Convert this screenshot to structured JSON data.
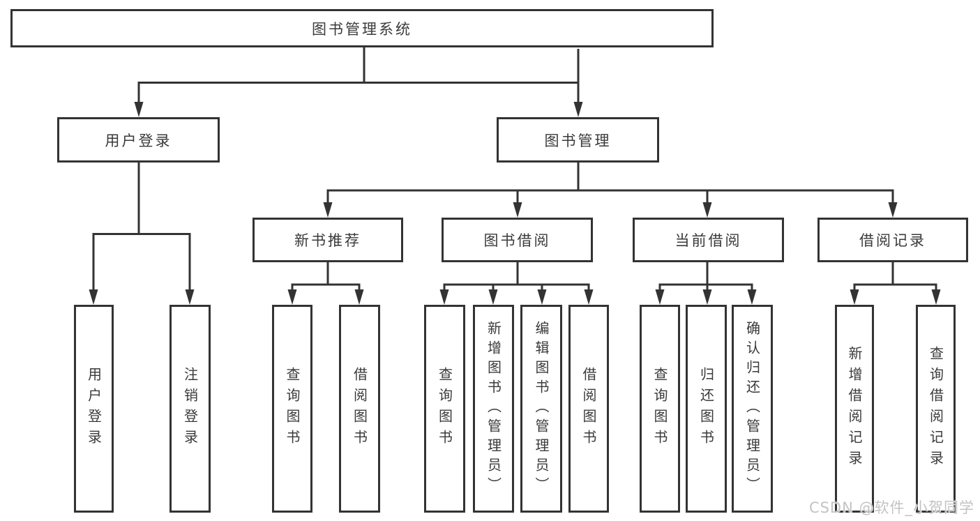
{
  "diagram": {
    "title": "图书管理系统",
    "colors": {
      "line": "#333333",
      "border": "#333333",
      "text": "#3a3a3a",
      "background": "#ffffff",
      "watermark_text": "#c3c3c3"
    },
    "watermark": "CSDN @软件_小贺同学",
    "nodes": {
      "root": {
        "label": "图书管理系统"
      },
      "user_login": {
        "label": "用户登录"
      },
      "book_management": {
        "label": "图书管理"
      },
      "new_book_recommend": {
        "label": "新书推荐"
      },
      "book_borrow": {
        "label": "图书借阅"
      },
      "current_borrow": {
        "label": "当前借阅"
      },
      "borrow_records": {
        "label": "借阅记录"
      },
      "leaf_user_login": {
        "label": "用户登录"
      },
      "leaf_logout": {
        "label": "注销登录"
      },
      "leaf_query_books_rec": {
        "label": "查询图书"
      },
      "leaf_borrow_books_rec": {
        "label": "借阅图书"
      },
      "leaf_query_books_borrow": {
        "label": "查询图书"
      },
      "leaf_add_book_admin": {
        "label": "新增图书（管理员）"
      },
      "leaf_edit_book_admin": {
        "label": "编辑图书（管理员）"
      },
      "leaf_borrow_books_borrow": {
        "label": "借阅图书"
      },
      "leaf_query_books_current": {
        "label": "查询图书"
      },
      "leaf_return_book": {
        "label": "归还图书"
      },
      "leaf_confirm_return_admin": {
        "label": "确认归还（管理员）"
      },
      "leaf_add_borrow_record": {
        "label": "新增借阅记录"
      },
      "leaf_query_borrow_record": {
        "label": "查询借阅记录"
      }
    }
  }
}
